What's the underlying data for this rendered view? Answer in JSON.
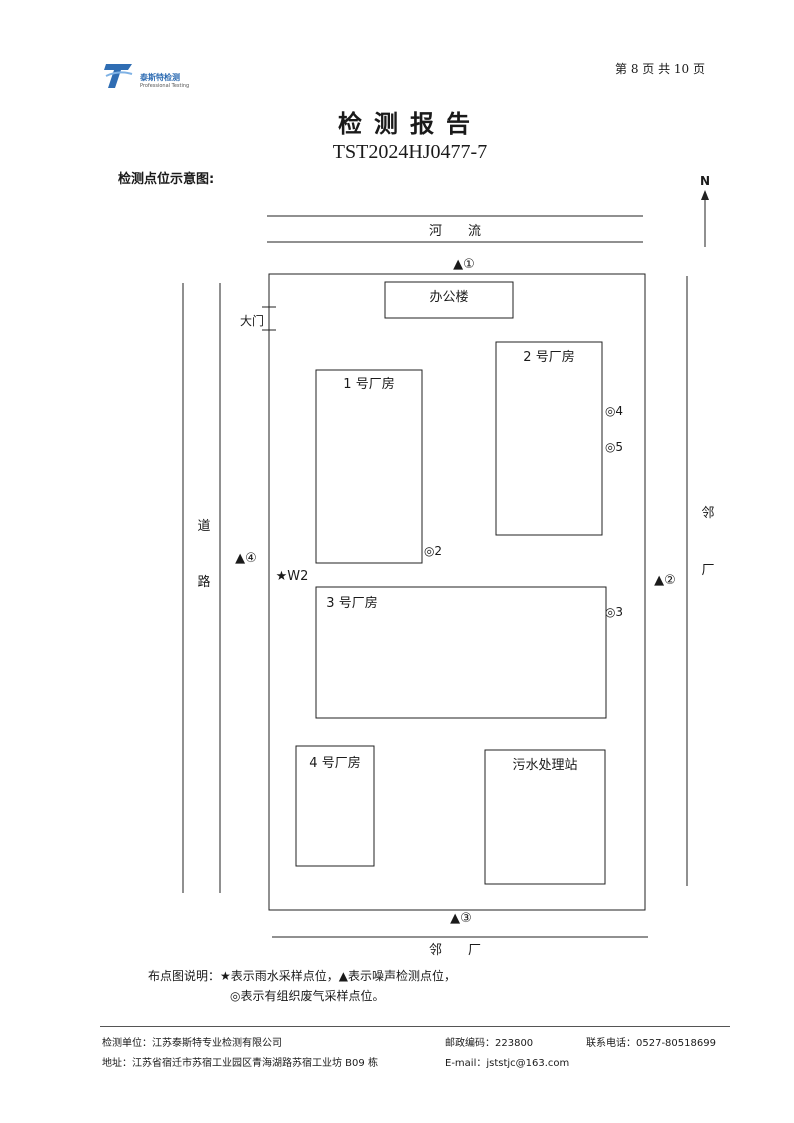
{
  "header": {
    "logo_text_cn": "泰斯特检测",
    "logo_text_en": "Professional Testing",
    "page_number": "第 8 页 共 10 页"
  },
  "title": "检测报告",
  "report_number": "TST2024HJ0477-7",
  "diagram_caption": "检测点位示意图:",
  "diagram": {
    "north": "N",
    "river": "河　　流",
    "road": [
      "道",
      "路"
    ],
    "neighbor_right": [
      "邻",
      "厂"
    ],
    "neighbor_bottom": "邻　　厂",
    "gate": "大门",
    "office": "办公楼",
    "plant1": "1 号厂房",
    "plant2": "2 号厂房",
    "plant3": "3 号厂房",
    "plant4": "4 号厂房",
    "sewage": "污水处理站",
    "noise_points": [
      "▲①",
      "▲②",
      "▲③",
      "▲④"
    ],
    "air_points": [
      "◎2",
      "◎3",
      "◎4",
      "◎5"
    ],
    "rain_point": "★W2"
  },
  "legend": {
    "line1": "布点图说明：★表示雨水采样点位，▲表示噪声检测点位，",
    "line2": "◎表示有组织废气采样点位。"
  },
  "footer": {
    "unit": "检测单位：江苏泰斯特专业检测有限公司",
    "postcode": "邮政编码：223800",
    "phone": "联系电话：0527-80518699",
    "address": "地址：江苏省宿迁市苏宿工业园区青海湖路苏宿工业坊 B09 栋",
    "email": "E-mail：jststjc@163.com"
  }
}
